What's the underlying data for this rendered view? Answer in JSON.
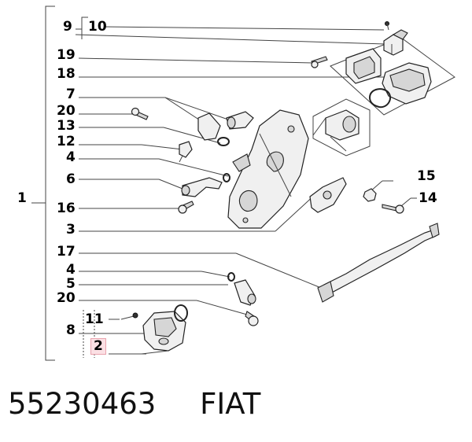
{
  "callouts": {
    "c1": "1",
    "c2": "2",
    "c3": "3",
    "c4a": "4",
    "c4b": "4",
    "c5": "5",
    "c6": "6",
    "c7": "7",
    "c8": "8",
    "c9": "9",
    "c10": "10",
    "c11": "11",
    "c12": "12",
    "c13": "13",
    "c14": "14",
    "c15": "15",
    "c16": "16",
    "c17": "17",
    "c18": "18",
    "c19": "19",
    "c20a": "20",
    "c20b": "20"
  },
  "highlight_color": "#fbe0e4",
  "caption": {
    "part_number": "55230463",
    "brand": "FIAT"
  }
}
